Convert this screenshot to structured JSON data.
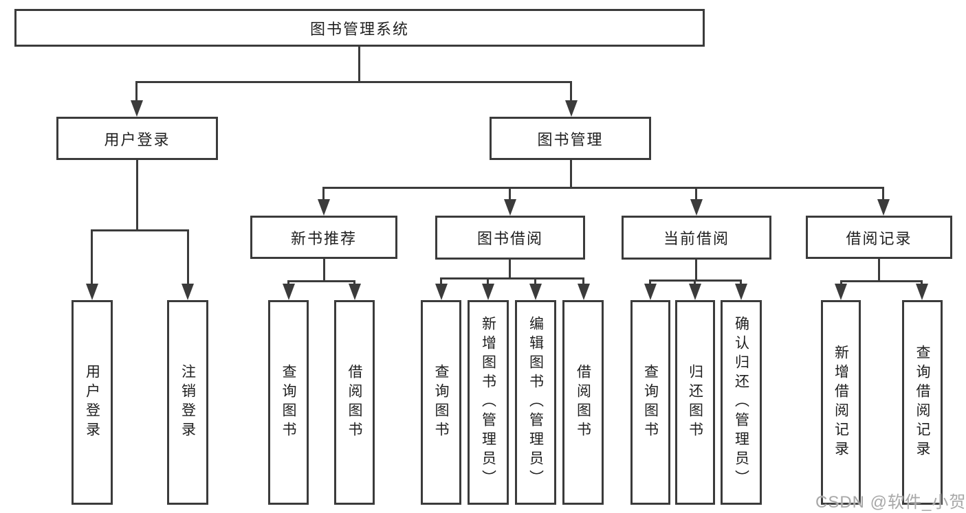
{
  "colors": {
    "line": "#3b3b3b",
    "text": "#1f1f1f",
    "background": "#ffffff",
    "watermark": "#a8a8a8"
  },
  "tree": {
    "root": "图书管理系统",
    "branches": [
      {
        "label": "用户登录",
        "leaves": [
          "用户登录",
          "注销登录"
        ]
      },
      {
        "label": "图书管理",
        "children": [
          {
            "label": "新书推荐",
            "leaves": [
              "查询图书",
              "借阅图书"
            ]
          },
          {
            "label": "图书借阅",
            "leaves": [
              "查询图书",
              "新增图书（管理员）",
              "编辑图书（管理员）",
              "借阅图书"
            ]
          },
          {
            "label": "当前借阅",
            "leaves": [
              "查询图书",
              "归还图书",
              "确认归还（管理员）"
            ]
          },
          {
            "label": "借阅记录",
            "leaves": [
              "新增借阅记录",
              "查询借阅记录"
            ]
          }
        ]
      }
    ]
  },
  "watermark": "CSDN @软件_小贺同学"
}
